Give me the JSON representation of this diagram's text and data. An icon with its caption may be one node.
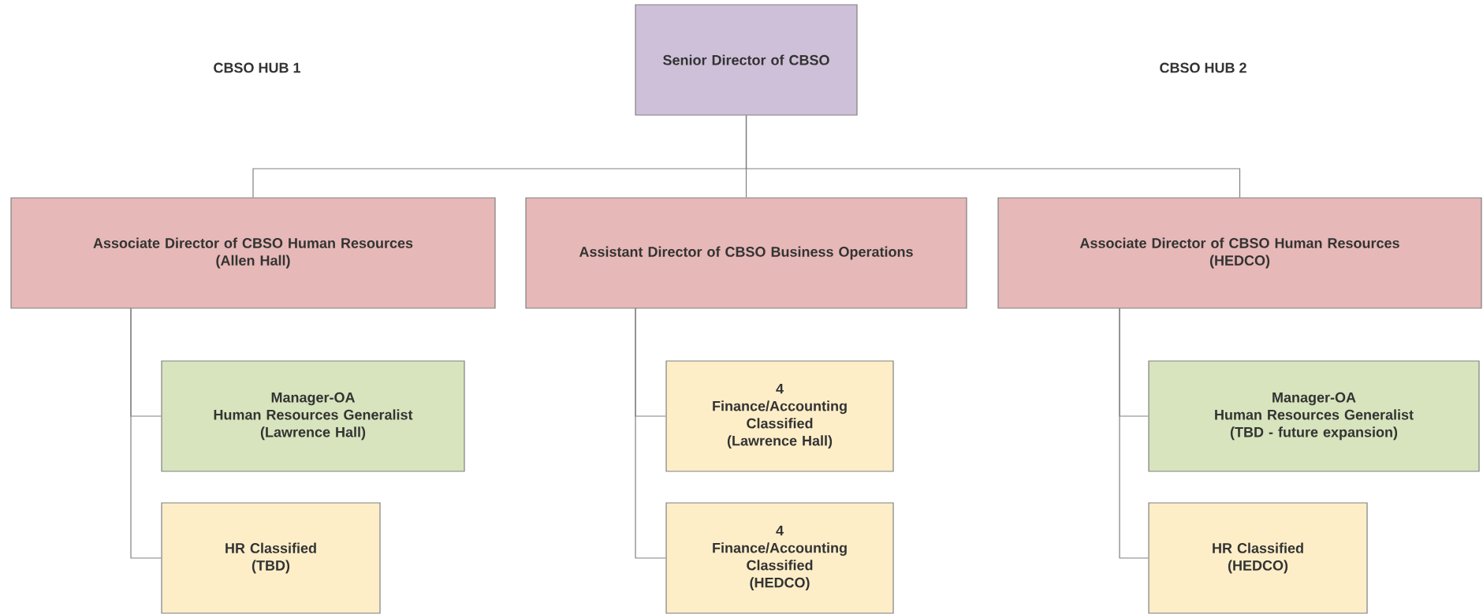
{
  "diagram": {
    "nodes": [
      {
        "text": [
          "Senior Director of CBSO"
        ]
      },
      {
        "text": [
          "Associate Director of CBSO Human Resources",
          "(Allen Hall)"
        ]
      },
      {
        "text": [
          "Assistant Director of CBSO Business Operations"
        ]
      },
      {
        "text": [
          "Associate Director of CBSO Human Resources",
          "(HEDCO)"
        ]
      },
      {
        "text": [
          "Manager-OA",
          "Human Resources Generalist",
          "(Lawrence Hall)"
        ]
      },
      {
        "text": [
          "HR Classified",
          "(TBD)"
        ]
      },
      {
        "text": [
          "4",
          "Finance/Accounting Classified",
          "(Lawrence Hall)"
        ]
      },
      {
        "text": [
          "4",
          "Finance/Accounting Classified",
          "(HEDCO)"
        ]
      },
      {
        "text": [
          "Manager-OA",
          "Human Resources Generalist",
          "(TBD - future expansion)"
        ]
      },
      {
        "text": [
          "HR Classified",
          "(HEDCO)"
        ]
      }
    ],
    "edges": [
      {
        "from": 0,
        "to": 1,
        "arrow": "none"
      },
      {
        "from": 0,
        "to": 2,
        "arrow": "none"
      },
      {
        "from": 0,
        "to": 3,
        "arrow": "none"
      },
      {
        "from": 1,
        "to": 4,
        "arrow": "none"
      },
      {
        "from": 1,
        "to": 5,
        "arrow": "none"
      },
      {
        "from": 2,
        "to": 6,
        "arrow": "none"
      },
      {
        "from": 2,
        "to": 7,
        "arrow": "none"
      },
      {
        "from": 3,
        "to": 8,
        "arrow": "none"
      },
      {
        "from": 3,
        "to": 9,
        "arrow": "none"
      }
    ],
    "labels": [
      "CBSO HUB 1",
      "CBSO HUB 2"
    ]
  }
}
